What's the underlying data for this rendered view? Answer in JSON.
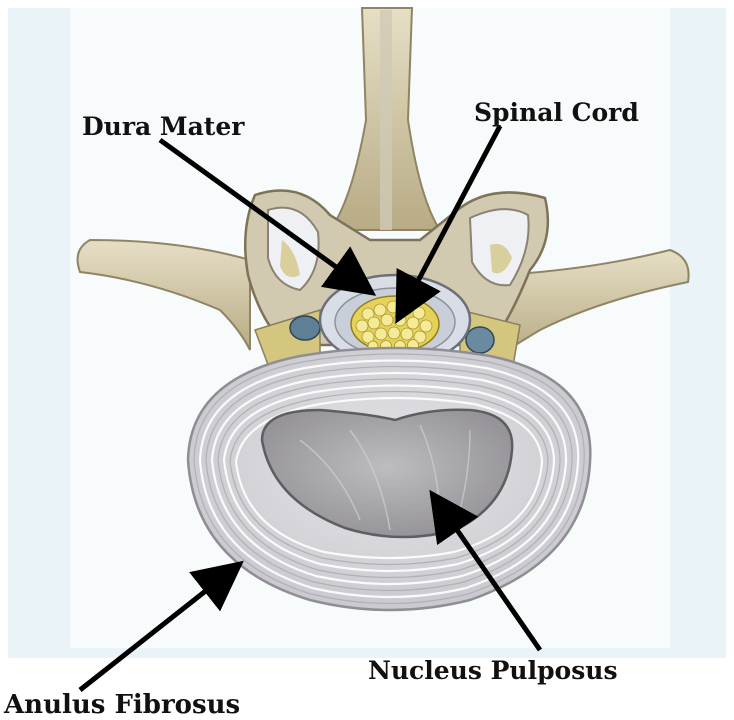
{
  "labels": {
    "dura_mater": "Dura Mater",
    "spinal_cord": "Spinal Cord",
    "nucleus_pulposus": "Nucleus Pulposus",
    "anulus_fibrosus": "Anulus Fibrosus"
  },
  "colors": {
    "background_panel": "#e9f3f8",
    "bone": "#d7cfb2",
    "bone_shadow": "#b9ad88",
    "disc_ring": "#d9d9de",
    "disc_ring_line": "#ffffff",
    "nucleus": "#a4a2a6",
    "cord": "#efe07a",
    "arrow": "#000000",
    "label_text": "#111111"
  }
}
